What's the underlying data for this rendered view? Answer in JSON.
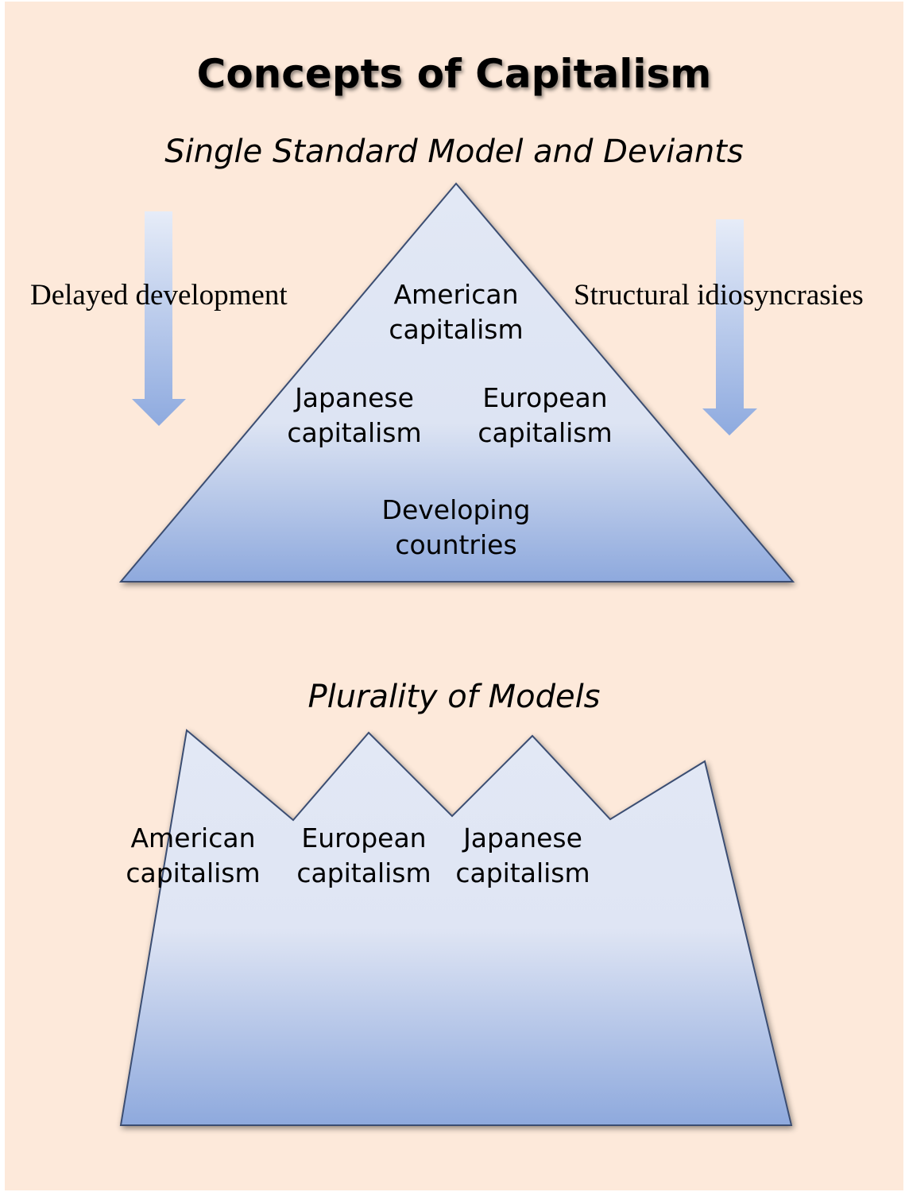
{
  "title": "Concepts of Capitalism",
  "single_model": {
    "subtitle": "Single Standard Model and Deviants",
    "left_arrow_label": "Delayed development",
    "right_arrow_label": "Structural idiosyncrasies",
    "top": {
      "line1": "American",
      "line2": "capitalism"
    },
    "middle_left": {
      "line1": "Japanese",
      "line2": "capitalism"
    },
    "middle_right": {
      "line1": "European",
      "line2": "capitalism"
    },
    "bottom": {
      "line1": "Developing",
      "line2": "countries"
    }
  },
  "plurality": {
    "subtitle": "Plurality of Models",
    "models": [
      {
        "line1": "American",
        "line2": "capitalism"
      },
      {
        "line1": "European",
        "line2": "capitalism"
      },
      {
        "line1": "Japanese",
        "line2": "capitalism"
      }
    ]
  },
  "colors": {
    "background": "#fde9da",
    "shape_light": "#e2e8f5",
    "shape_dark": "#8ea9dd",
    "shape_stroke": "#3b4e72",
    "arrow": "#96b0e0"
  }
}
